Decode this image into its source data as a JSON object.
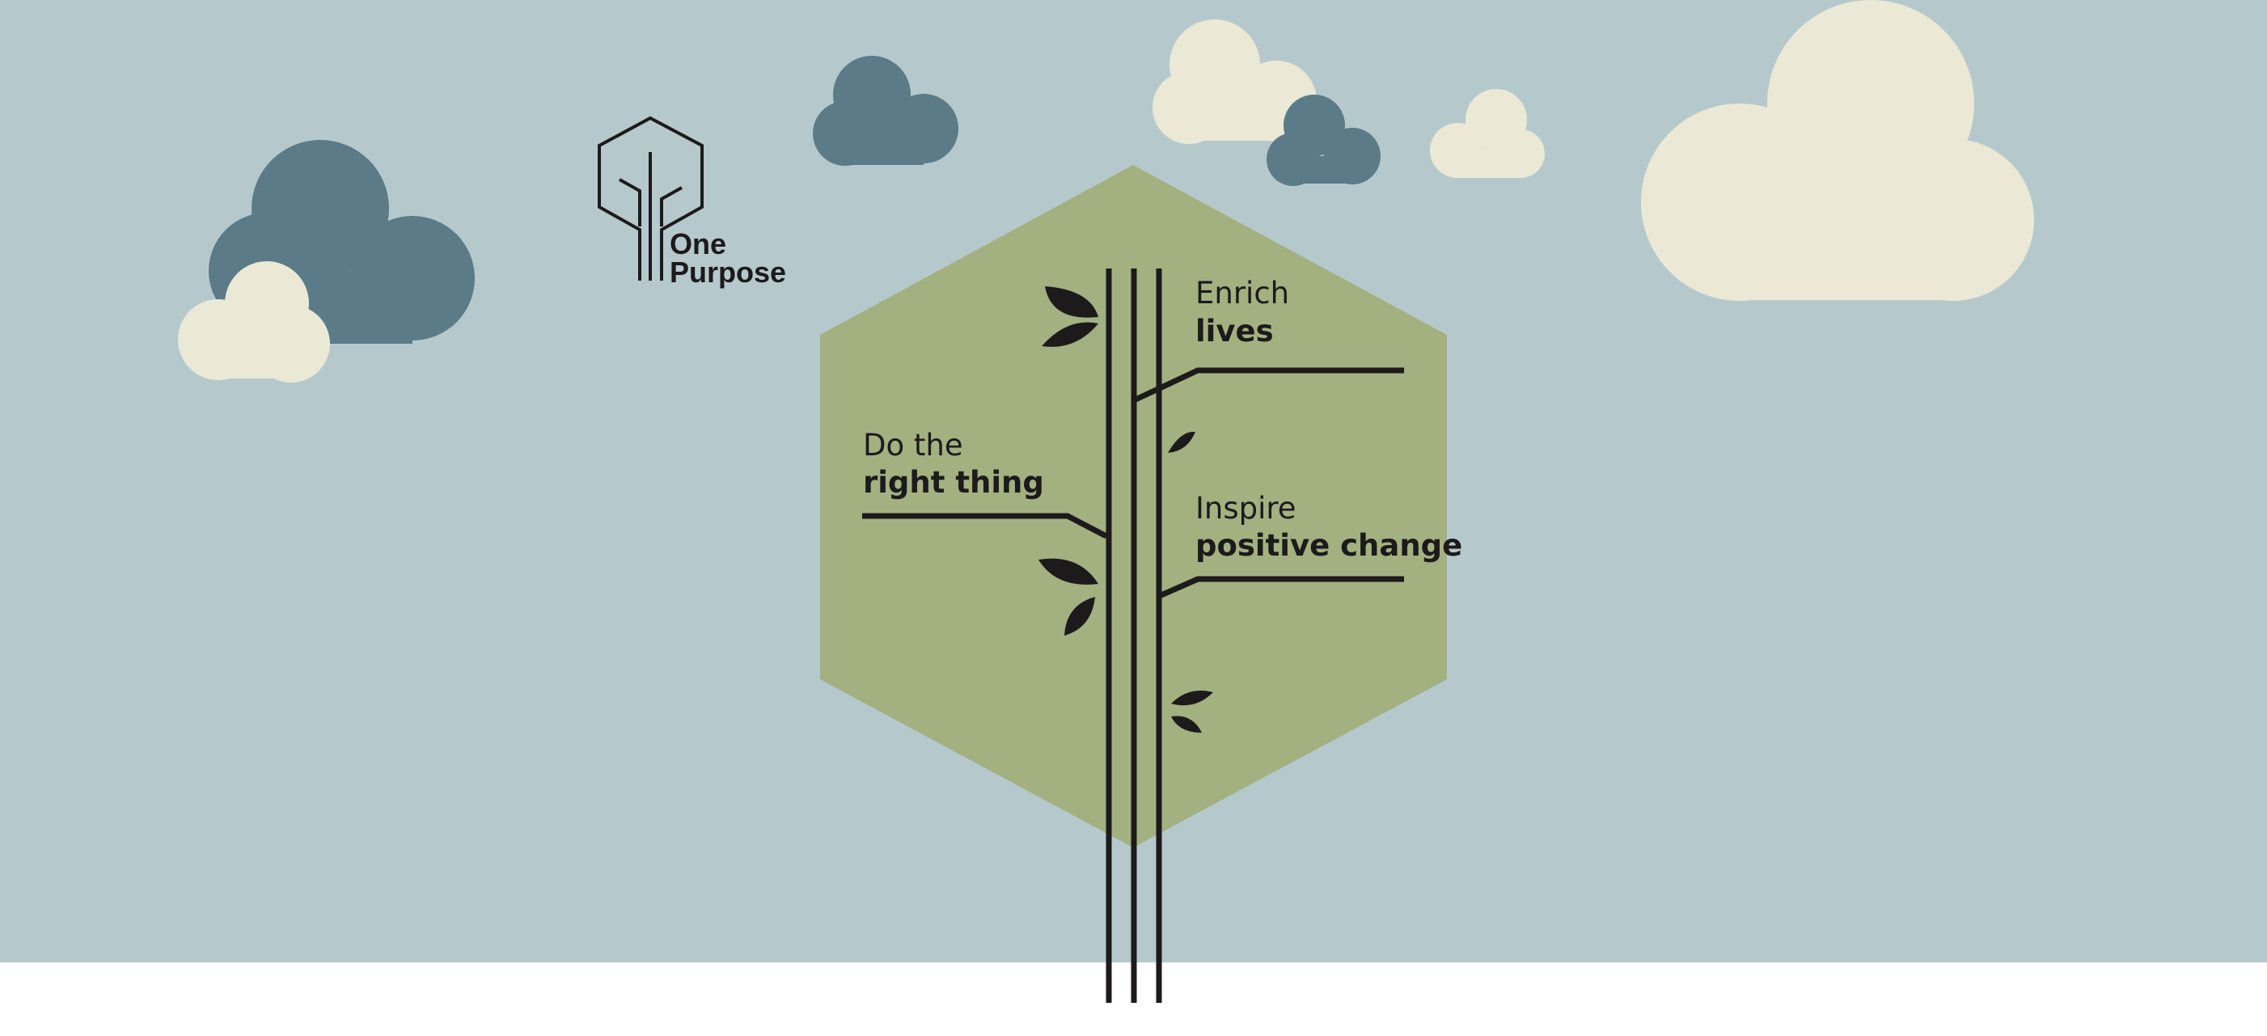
{
  "colors": {
    "sky": "#b5c9cd",
    "ground": "#ffffff",
    "cloud_dark": "#5a7b87",
    "cloud_light": "#ebe9d6",
    "hexagon": "#a3b080",
    "ink": "#1d1a1c"
  },
  "logo": {
    "line1": "One",
    "line2": "Purpose",
    "icon": "tree-in-hexagon-icon"
  },
  "values": [
    {
      "light": "Enrich",
      "bold": "lives"
    },
    {
      "light": "Do the",
      "bold": "right thing"
    },
    {
      "light": "Inspire",
      "bold": "positive change"
    }
  ]
}
